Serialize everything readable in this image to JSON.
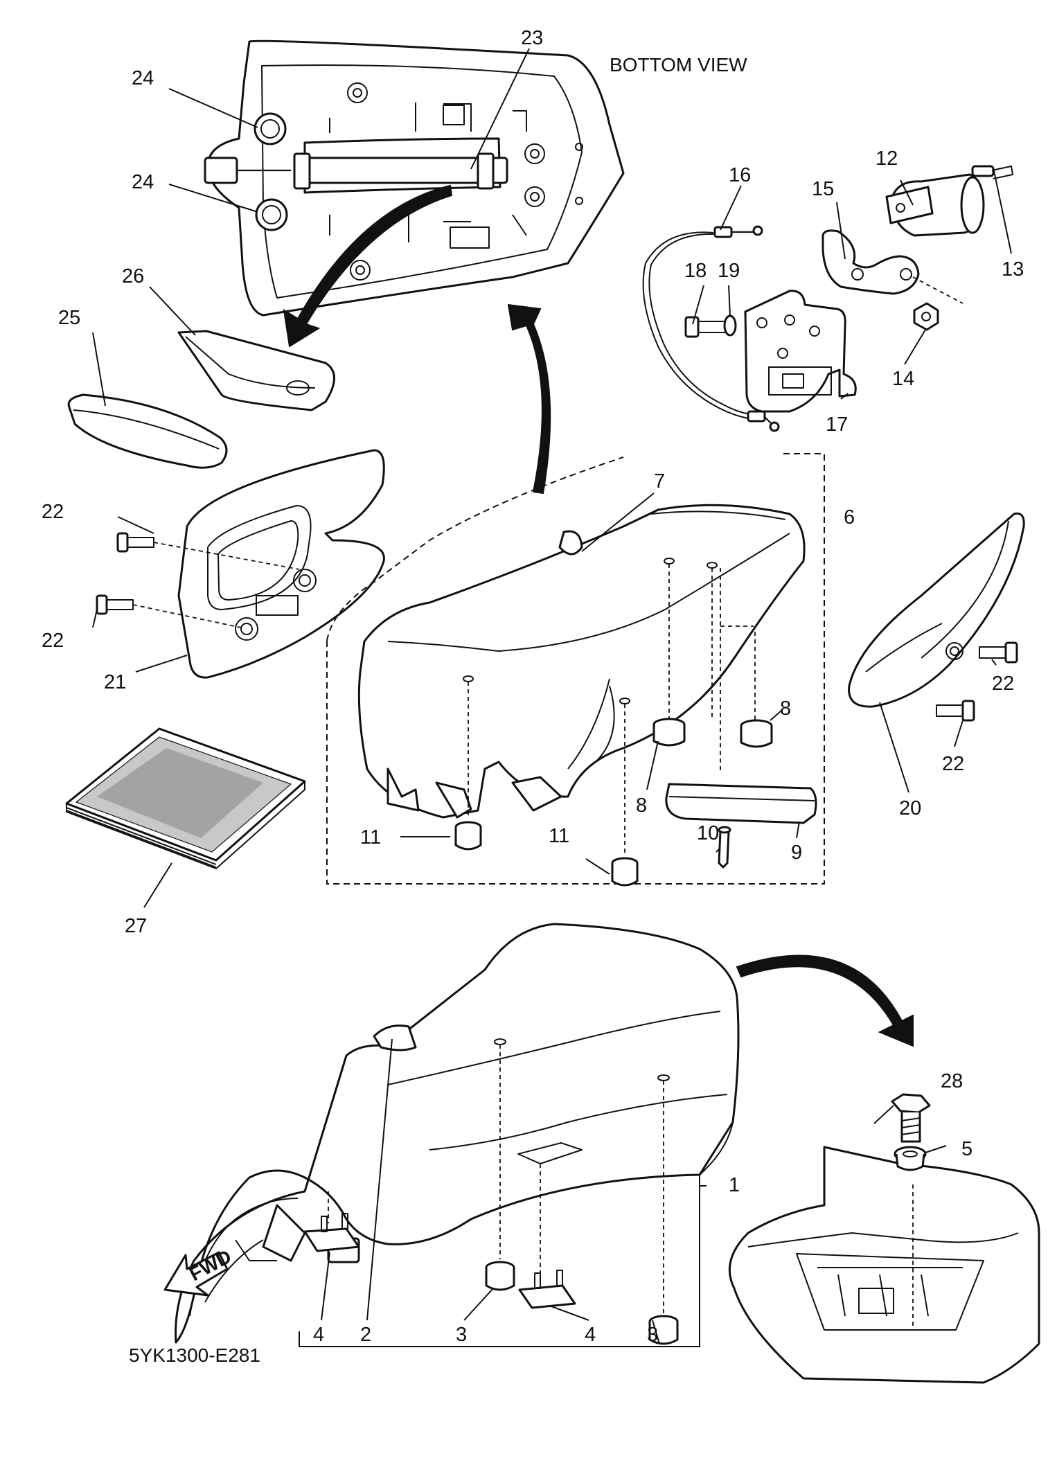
{
  "figure": {
    "caption_bottom_view": "BOTTOM VIEW",
    "diagram_code": "5YK1300-E281",
    "fwd_label": "FWD"
  },
  "callouts": [
    {
      "id": "c23a",
      "text": "23"
    },
    {
      "id": "c24a",
      "text": "24"
    },
    {
      "id": "c24b",
      "text": "24"
    },
    {
      "id": "c26",
      "text": "26"
    },
    {
      "id": "c25",
      "text": "25"
    },
    {
      "id": "c16",
      "text": "16"
    },
    {
      "id": "c12",
      "text": "12"
    },
    {
      "id": "c15",
      "text": "15"
    },
    {
      "id": "c13",
      "text": "13"
    },
    {
      "id": "c18",
      "text": "18"
    },
    {
      "id": "c19",
      "text": "19"
    },
    {
      "id": "c14",
      "text": "14"
    },
    {
      "id": "c17",
      "text": "17"
    },
    {
      "id": "c7",
      "text": "7"
    },
    {
      "id": "c6",
      "text": "6"
    },
    {
      "id": "c22a",
      "text": "22"
    },
    {
      "id": "c22b",
      "text": "22"
    },
    {
      "id": "c21",
      "text": "21"
    },
    {
      "id": "c22c",
      "text": "22"
    },
    {
      "id": "c22d",
      "text": "22"
    },
    {
      "id": "c20",
      "text": "20"
    },
    {
      "id": "c8a",
      "text": "8"
    },
    {
      "id": "c8b",
      "text": "8"
    },
    {
      "id": "c11a",
      "text": "11"
    },
    {
      "id": "c11b",
      "text": "11"
    },
    {
      "id": "c10",
      "text": "10"
    },
    {
      "id": "c9",
      "text": "9"
    },
    {
      "id": "c27",
      "text": "27"
    },
    {
      "id": "c28",
      "text": "28"
    },
    {
      "id": "c5",
      "text": "5"
    },
    {
      "id": "c1",
      "text": "1"
    },
    {
      "id": "c4a",
      "text": "4"
    },
    {
      "id": "c2",
      "text": "2"
    },
    {
      "id": "c3a",
      "text": "3"
    },
    {
      "id": "c4b",
      "text": "4"
    },
    {
      "id": "c3b",
      "text": "3"
    }
  ]
}
